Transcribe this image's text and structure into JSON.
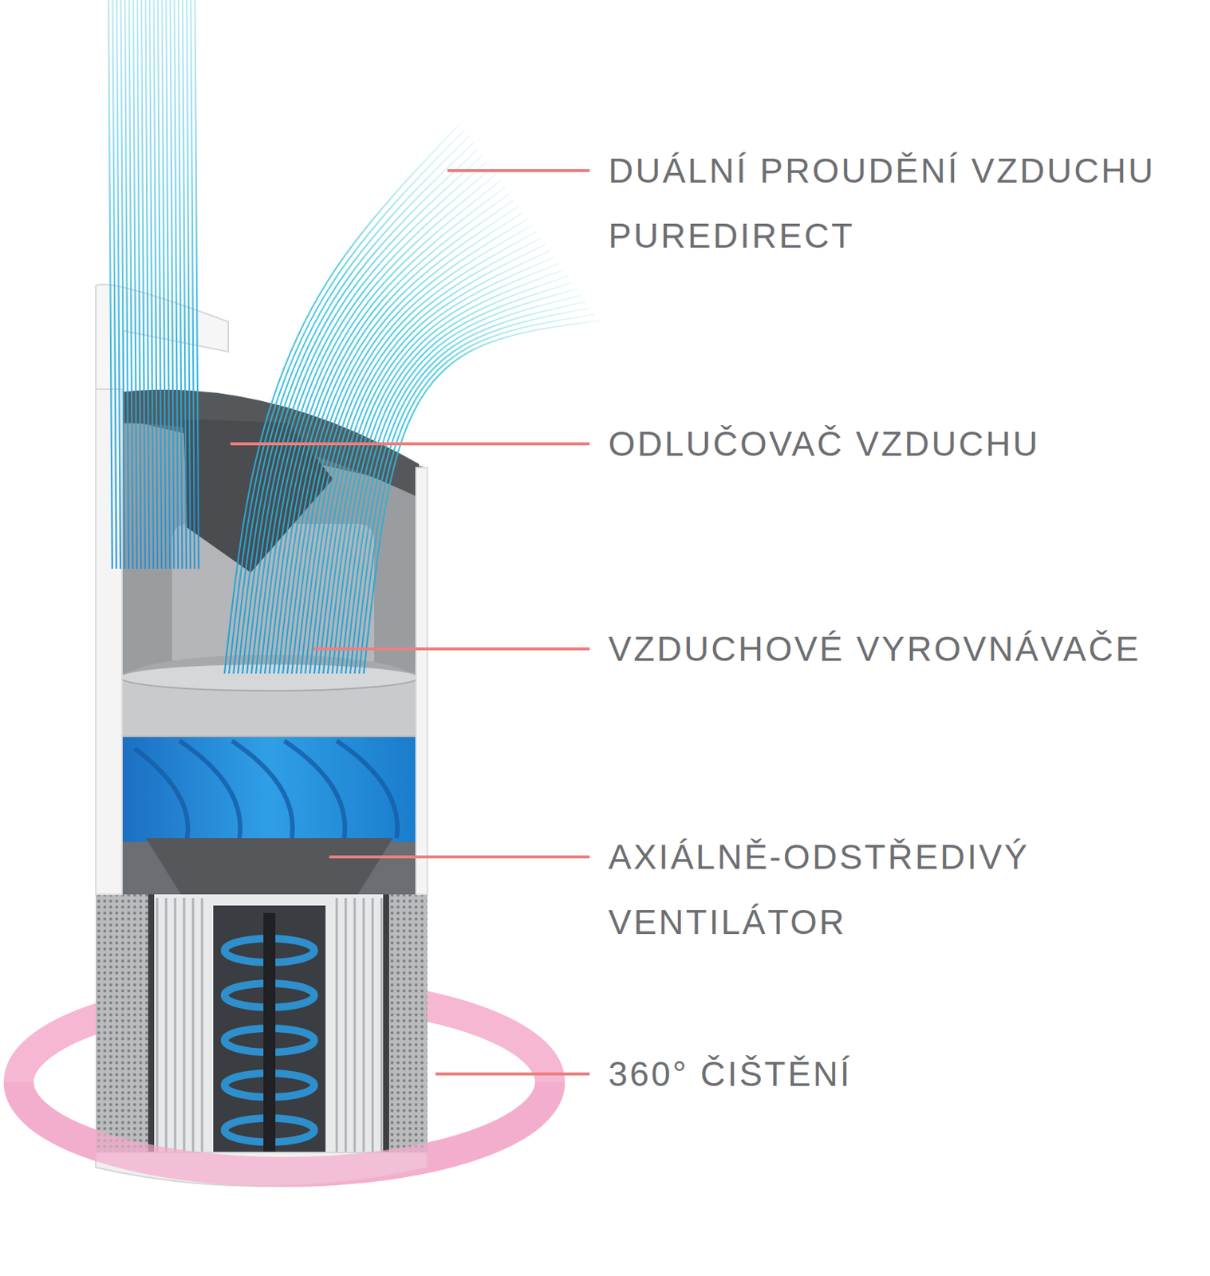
{
  "diagram": {
    "labels": [
      "DUÁLNÍ PROUDĚNÍ VZDUCHU PUREDIRECT",
      "ODLUČOVAČ VZDUCHU",
      "VZDUCHOVÉ VYROVNÁVAČE",
      "AXIÁLNĚ-ODSTŘEDIVÝ VENTILÁTOR",
      "360° ČIŠTĚNÍ"
    ]
  }
}
